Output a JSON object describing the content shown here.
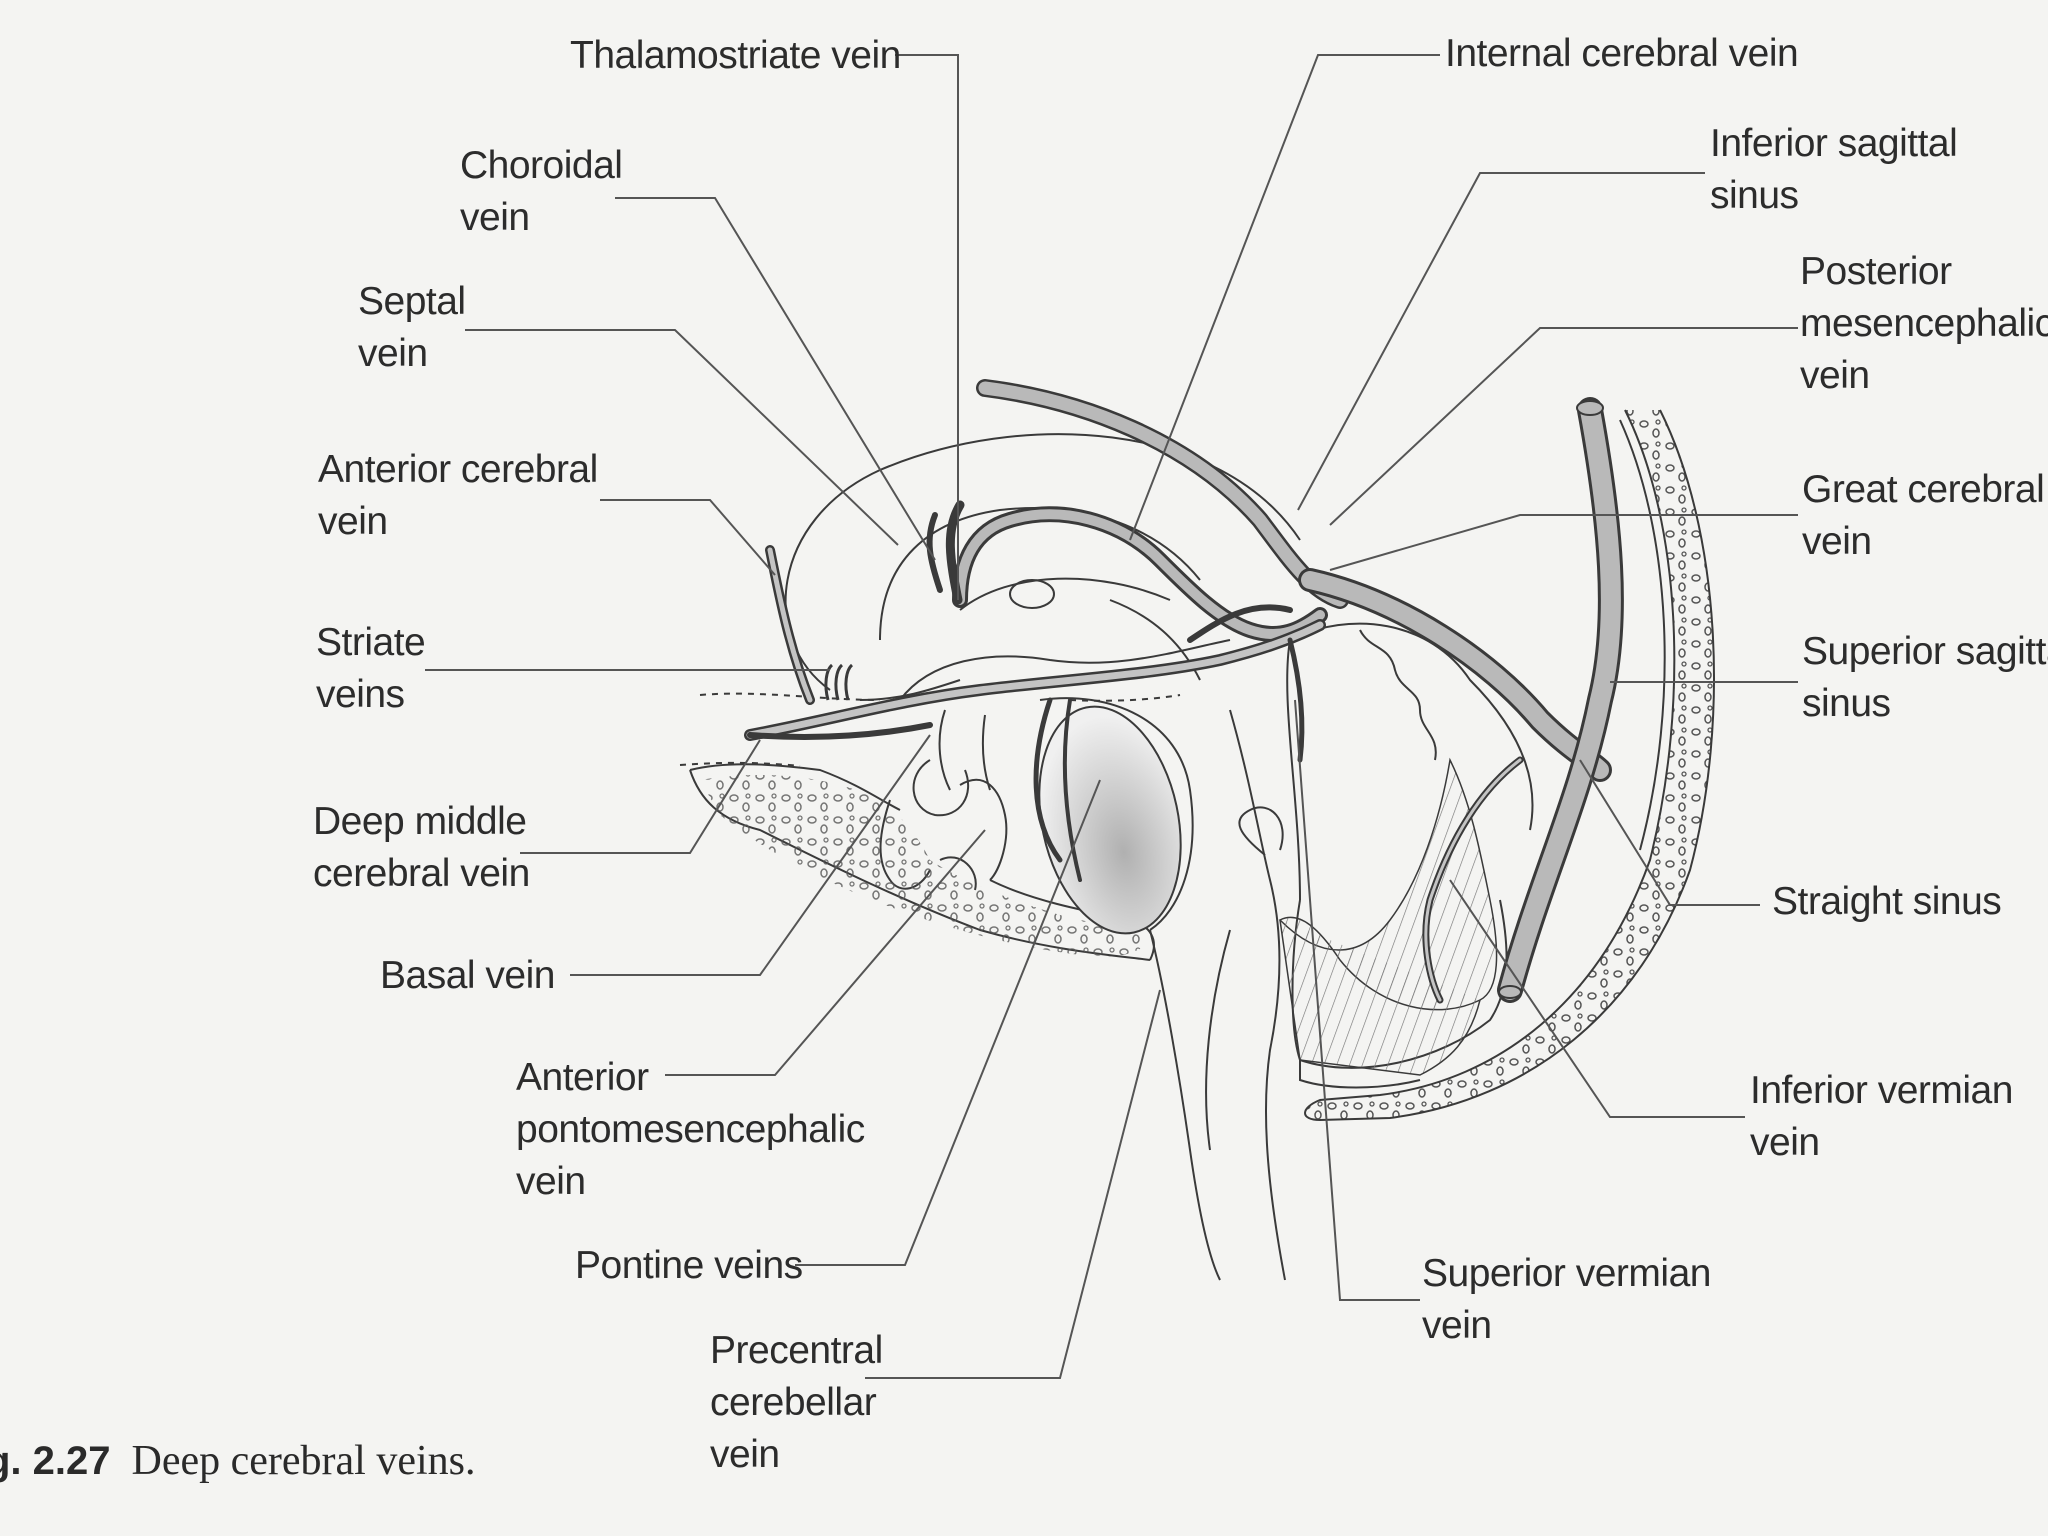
{
  "caption": {
    "number": "g. 2.27",
    "text": "Deep cerebral veins."
  },
  "labels": {
    "thalamostriate_vein": "Thalamostriate vein",
    "choroidal_vein": "Choroidal\nvein",
    "septal_vein": "Septal\nvein",
    "anterior_cerebral_vein": "Anterior cerebral\nvein",
    "striate_veins": "Striate\nveins",
    "deep_middle_cerebral_vein": "Deep middle\ncerebral vein",
    "basal_vein": "Basal vein",
    "anterior_pontomesencephalic_vein": "Anterior\npontomesencephalic\nvein",
    "pontine_veins": "Pontine veins",
    "precentral_cerebellar_vein": "Precentral\ncerebellar\nvein",
    "internal_cerebral_vein": "Internal cerebral vein",
    "inferior_sagittal_sinus": "Inferior sagittal\nsinus",
    "posterior_mesencephalic_vein": "Posterior\nmesencephalic\nvein",
    "great_cerebral_vein": "Great cerebral\nvein",
    "superior_sagittal_sinus": "Superior sagitta\nsinus",
    "straight_sinus": "Straight sinus",
    "inferior_vermian_vein": "Inferior vermian\nvein",
    "superior_vermian_vein": "Superior vermian\nvein"
  },
  "colors": {
    "background": "#f4f4f2",
    "line": "#555555",
    "vessel_fill": "#b9b9b9",
    "vessel_edge": "#3a3a3a"
  }
}
